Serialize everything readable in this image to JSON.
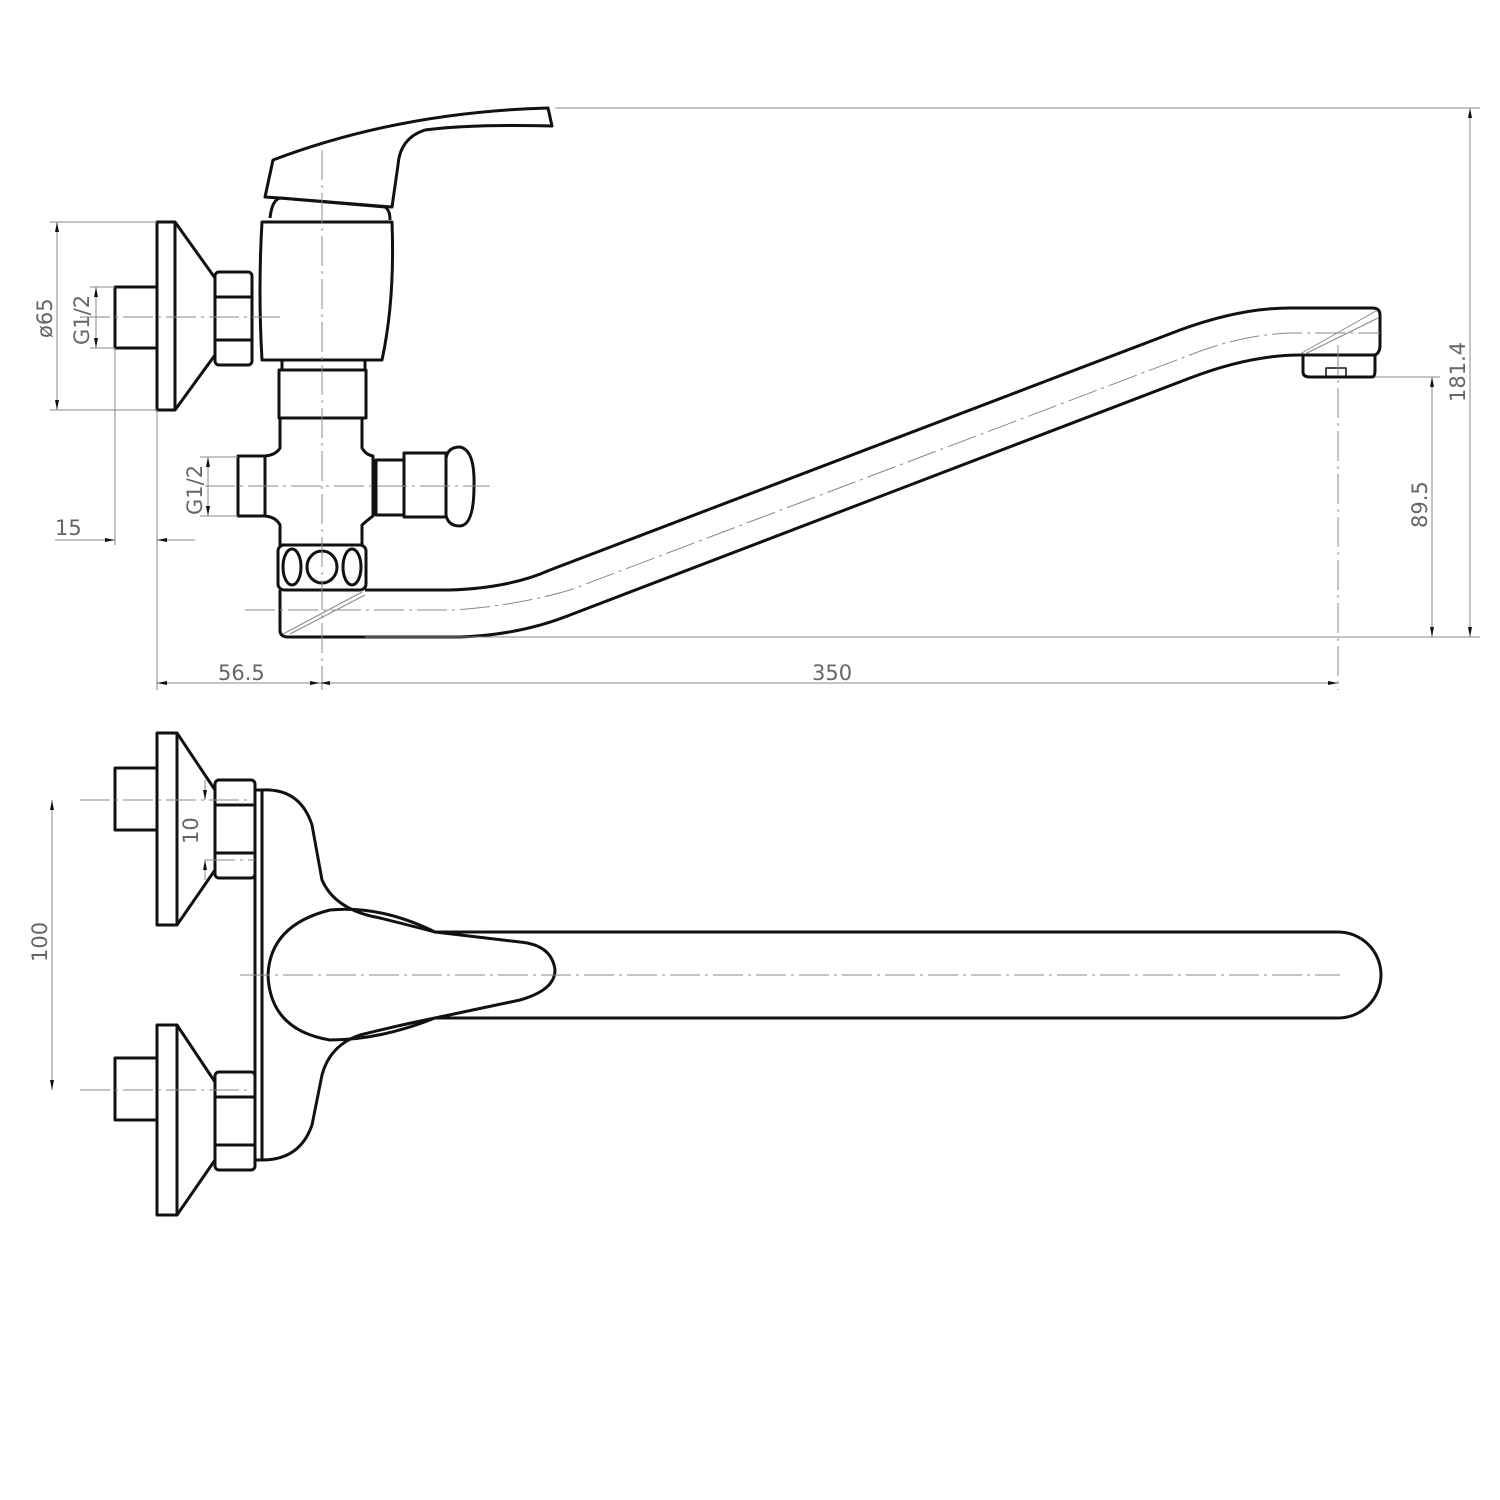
{
  "drawing": {
    "title": "Wall-mounted single-lever mixer with long swivel spout",
    "dimensions": {
      "flange_diameter": "ø65",
      "inlet_thread_top": "G1/2",
      "outlet_thread": "G1/2",
      "flange_offset": "15",
      "wall_to_axis": "56.5",
      "spout_reach": "350",
      "total_height": "181.4",
      "outlet_height": "89.5",
      "inlet_spacing": "100",
      "eccentric": "10"
    }
  }
}
